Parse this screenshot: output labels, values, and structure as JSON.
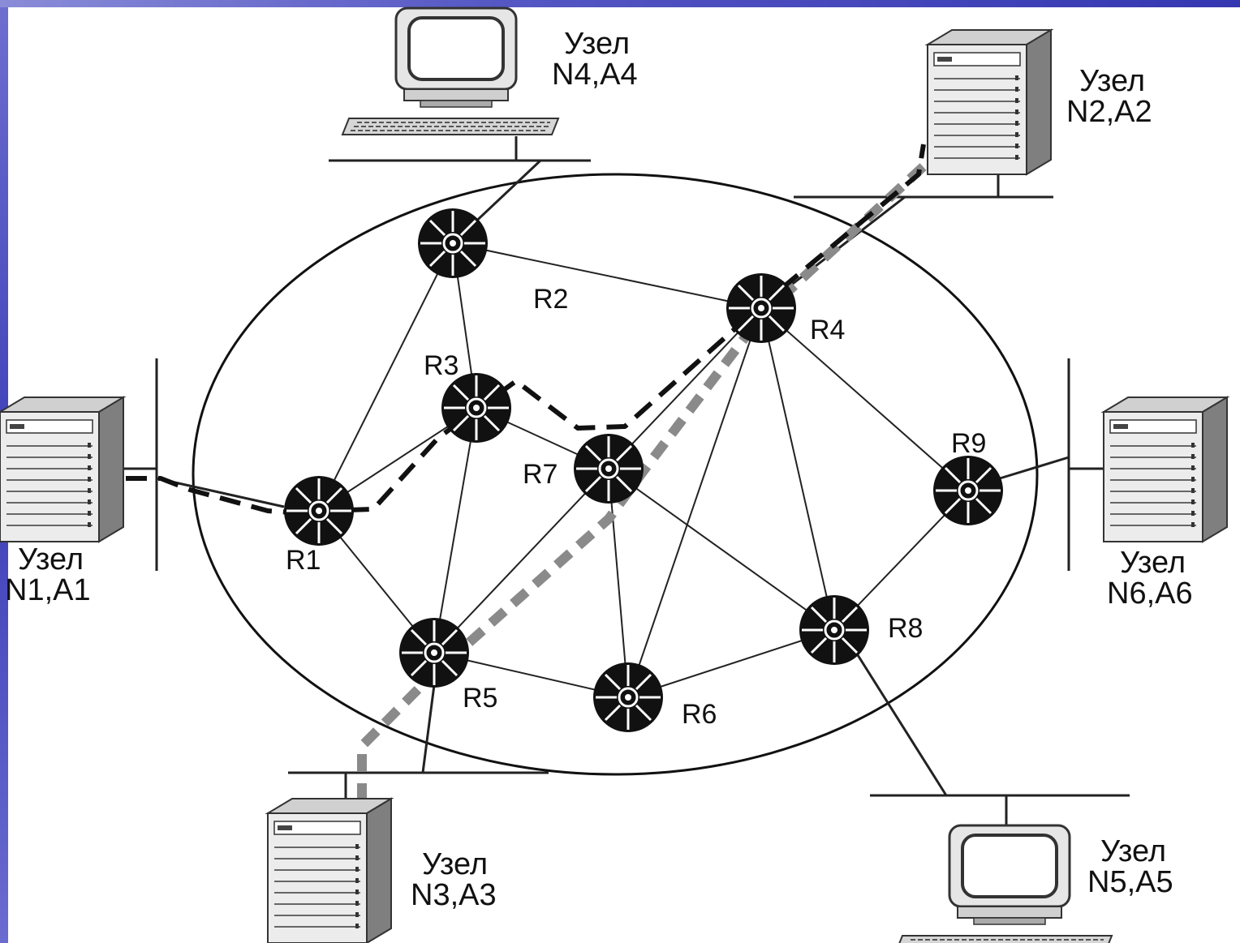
{
  "routers": [
    {
      "id": "R1",
      "label": "R1"
    },
    {
      "id": "R2",
      "label": "R2"
    },
    {
      "id": "R3",
      "label": "R3"
    },
    {
      "id": "R4",
      "label": "R4"
    },
    {
      "id": "R5",
      "label": "R5"
    },
    {
      "id": "R6",
      "label": "R6"
    },
    {
      "id": "R7",
      "label": "R7"
    },
    {
      "id": "R8",
      "label": "R8"
    },
    {
      "id": "R9",
      "label": "R9"
    }
  ],
  "nodes": [
    {
      "id": "N1",
      "line1": "Узел",
      "line2": "N1,A1",
      "device": "server-icon"
    },
    {
      "id": "N2",
      "line1": "Узел",
      "line2": "N2,A2",
      "device": "server-icon"
    },
    {
      "id": "N3",
      "line1": "Узел",
      "line2": "N3,A3",
      "device": "server-icon"
    },
    {
      "id": "N4",
      "line1": "Узел",
      "line2": "N4,A4",
      "device": "workstation-icon"
    },
    {
      "id": "N5",
      "line1": "Узел",
      "line2": "N5,A5",
      "device": "workstation-icon"
    },
    {
      "id": "N6",
      "line1": "Узел",
      "line2": "N6,A6",
      "device": "server-icon"
    }
  ],
  "links": [
    [
      "R2",
      "R4"
    ],
    [
      "R2",
      "R3"
    ],
    [
      "R2",
      "R1"
    ],
    [
      "R3",
      "R1"
    ],
    [
      "R3",
      "R7"
    ],
    [
      "R3",
      "R5"
    ],
    [
      "R1",
      "R5"
    ],
    [
      "R5",
      "R7"
    ],
    [
      "R5",
      "R6"
    ],
    [
      "R7",
      "R6"
    ],
    [
      "R7",
      "R8"
    ],
    [
      "R4",
      "R7"
    ],
    [
      "R4",
      "R6"
    ],
    [
      "R4",
      "R8"
    ],
    [
      "R4",
      "R9"
    ],
    [
      "R9",
      "R8"
    ],
    [
      "R6",
      "R8"
    ]
  ],
  "paths": [
    {
      "name": "route-black-dashed",
      "color": "#111111",
      "style": "dashed",
      "via": [
        "N1",
        "R1",
        "R3",
        "R7",
        "R4",
        "N2"
      ]
    },
    {
      "name": "route-grey-dashed",
      "color": "#8a8a8a",
      "style": "dashed-thick",
      "via": [
        "N3",
        "R5",
        "R7",
        "R4",
        "N2"
      ]
    }
  ],
  "colors": {
    "frame": "#4446bd",
    "router": "#111111",
    "grey_route": "#8a8a8a"
  }
}
